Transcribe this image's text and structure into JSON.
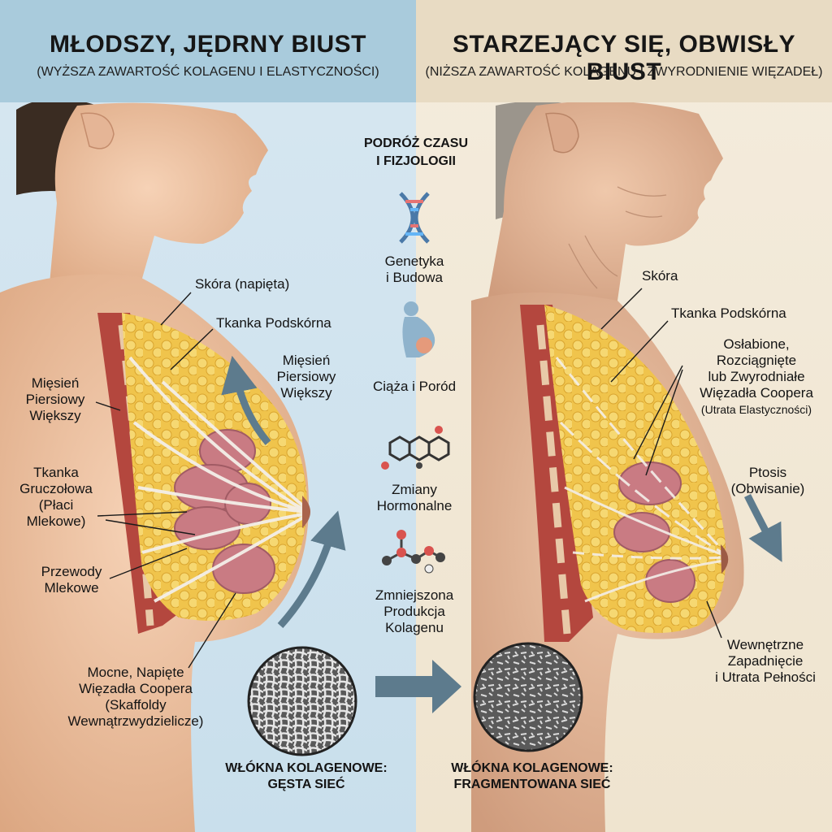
{
  "left": {
    "title": "MŁODSZY, JĘDRNY BIUST",
    "subtitle": "(WYŻSZA ZAWARTOŚĆ KOLAGENU I ELASTYCZNOŚCI)",
    "labels": {
      "skin": "Skóra (napięta)",
      "subcutaneous": "Tkanka Podskórna",
      "pectoral_line1": "Mięsień",
      "pectoral_line2": "Piersiowy",
      "pectoral_line3": "Większy",
      "glandular_line1": "Tkanka",
      "glandular_line2": "Gruczołowa",
      "glandular_line3": "(Płaci",
      "glandular_line4": "Mlekowe)",
      "ducts_line1": "Przewody",
      "ducts_line2": "Mlekowe",
      "cooper_line1": "Mocne, Napięte",
      "cooper_line2": "Więzadła Coopera",
      "cooper_line3": "(Skaffoldy",
      "cooper_line4": "Wewnątrzwydzielicze)",
      "collagen_line1": "WŁÓKNA KOLAGENOWE:",
      "collagen_line2": "GĘSTA SIEĆ"
    }
  },
  "center": {
    "title_line1": "PODRÓŻ CZASU",
    "title_line2": "I FIZJOLOGII",
    "muscle_line1": "Mięsień",
    "muscle_line2": "Piersiowy",
    "muscle_line3": "Większy",
    "factors": {
      "genetics_line1": "Genetyka",
      "genetics_line2": "i Budowa",
      "pregnancy": "Ciąża i Poród",
      "hormones_line1": "Zmiany",
      "hormones_line2": "Hormonalne",
      "collagen_line1": "Zmniejszona",
      "collagen_line2": "Produkcja",
      "collagen_line3": "Kolagenu"
    }
  },
  "right": {
    "title": "STARZEJĄCY SIĘ, OBWISŁY BIUST",
    "subtitle": "(NIŻSZA ZAWARTOŚĆ KOLAGENU I ZWYRODNIENIE WIĘZADEŁ)",
    "labels": {
      "skin": "Skóra",
      "subcutaneous": "Tkanka Podskórna",
      "cooper_line1": "Osłabione,",
      "cooper_line2": "Rozciągnięte",
      "cooper_line3": "lub Zwyrodniałe",
      "cooper_line4": "Więzadła Coopera",
      "cooper_line5": "(Utrata Elastyczności)",
      "ptosis_line1": "Ptosis",
      "ptosis_line2": "(Obwisanie)",
      "internal_line1": "Wewnętrzne",
      "internal_line2": "Zapadnięcie",
      "internal_line3": "i Utrata Pełności",
      "collagen_line1": "WŁÓKNA KOLAGENOWE:",
      "collagen_line2": "FRAGMENTOWANA SIEĆ"
    }
  },
  "colors": {
    "left_bg": "#d7e7f1",
    "right_bg": "#f4ecdd",
    "skin_young": "#eec3a3",
    "skin_old": "#e2b597",
    "fat": "#f2c64d",
    "muscle": "#b4473e",
    "gland": "#c97b83",
    "arrow": "#5d7b8d"
  },
  "icons": [
    "dna-icon",
    "pregnant-woman-icon",
    "steroid-molecule-icon",
    "collagen-molecule-icon"
  ]
}
